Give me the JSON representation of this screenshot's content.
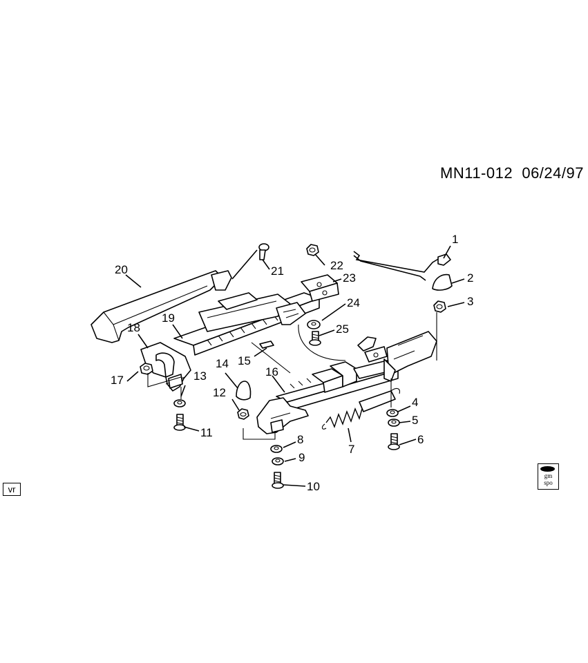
{
  "header": {
    "code": "MN11-012",
    "date": "06/24/97"
  },
  "corner_tag": "vr",
  "logo": {
    "line1": "gm",
    "line2": "spo"
  },
  "callouts": [
    {
      "label": "1"
    },
    {
      "label": "2"
    },
    {
      "label": "3"
    },
    {
      "label": "4"
    },
    {
      "label": "5"
    },
    {
      "label": "6"
    },
    {
      "label": "7"
    },
    {
      "label": "8"
    },
    {
      "label": "9"
    },
    {
      "label": "10"
    },
    {
      "label": "11"
    },
    {
      "label": "12"
    },
    {
      "label": "13"
    },
    {
      "label": "14"
    },
    {
      "label": "15"
    },
    {
      "label": "16"
    },
    {
      "label": "17"
    },
    {
      "label": "18"
    },
    {
      "label": "19"
    },
    {
      "label": "20"
    },
    {
      "label": "21"
    },
    {
      "label": "22"
    },
    {
      "label": "23"
    },
    {
      "label": "24"
    },
    {
      "label": "25"
    }
  ]
}
